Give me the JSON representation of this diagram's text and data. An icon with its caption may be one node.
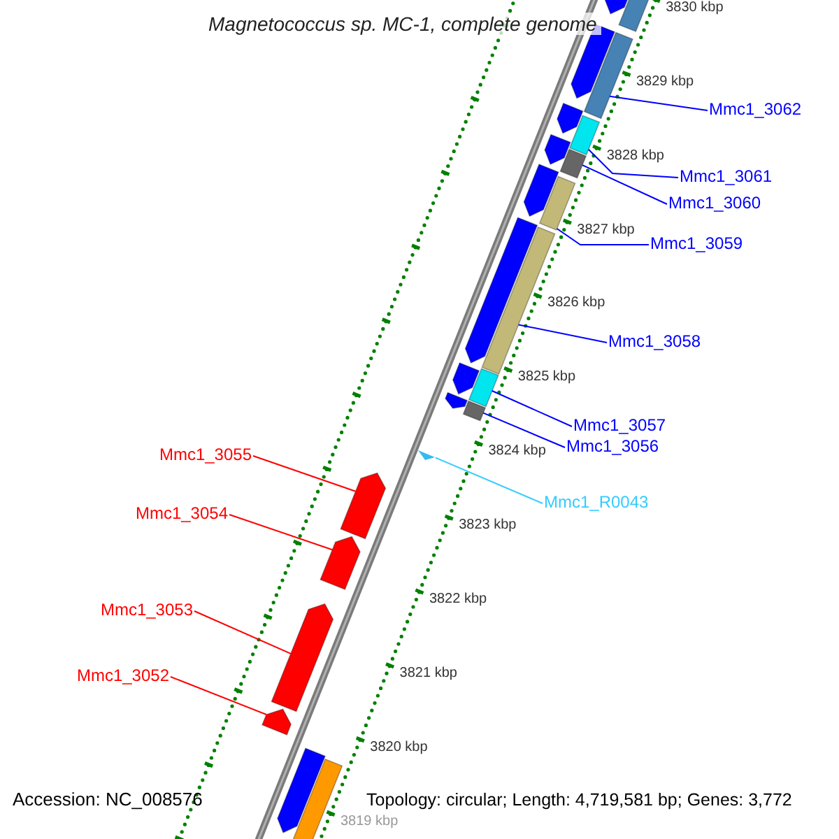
{
  "diagram": {
    "title": "Magnetococcus sp. MC-1, complete genome",
    "nodes": [
      {
        "text": [
          "Mmc1_3062"
        ]
      },
      {
        "text": [],
        "shape": "bar"
      },
      {
        "text": [
          "Mmc1_3061"
        ]
      },
      {
        "text": [],
        "shape": "bar"
      },
      {
        "text": [
          "Mmc1_3060"
        ]
      },
      {
        "text": [],
        "shape": "bar"
      },
      {
        "text": [
          "Mmc1_3059"
        ]
      },
      {
        "text": [],
        "shape": "bar"
      },
      {
        "text": [
          "Mmc1_3058"
        ]
      },
      {
        "text": [],
        "shape": "bar"
      },
      {
        "text": [
          "Mmc1_3057"
        ]
      },
      {
        "text": [],
        "shape": "bar"
      },
      {
        "text": [
          "Mmc1_3056"
        ]
      },
      {
        "text": [],
        "shape": "bar"
      },
      {
        "text": [
          "Mmc1_R0043"
        ]
      },
      {
        "text": [],
        "shape": "triangle"
      },
      {
        "text": [
          "Mmc1_3055"
        ]
      },
      {
        "text": [],
        "shape": "bar"
      },
      {
        "text": [
          "Mmc1_3054"
        ]
      },
      {
        "text": [],
        "shape": "bar"
      },
      {
        "text": [
          "Mmc1_3053"
        ]
      },
      {
        "text": [],
        "shape": "bar"
      },
      {
        "text": [
          "Mmc1_3052"
        ]
      },
      {
        "text": [],
        "shape": "bar"
      },
      {
        "text": [],
        "shape": "bar"
      },
      {
        "text": [],
        "shape": "bar"
      },
      {
        "text": [],
        "shape": "bar"
      },
      {
        "text": [],
        "shape": "bar"
      },
      {
        "text": [],
        "shape": "bar"
      },
      {
        "text": [],
        "shape": "bar"
      },
      {
        "text": [],
        "shape": "bar"
      },
      {
        "text": [],
        "shape": "bar"
      },
      {
        "text": [],
        "shape": "bar"
      },
      {
        "text": [],
        "shape": "bar"
      },
      {
        "text": [],
        "shape": "bar"
      }
    ],
    "edges": [
      {
        "from": 0,
        "to": 1,
        "arrow": "none"
      },
      {
        "from": 2,
        "to": 3,
        "arrow": "none"
      },
      {
        "from": 4,
        "to": 5,
        "arrow": "none"
      },
      {
        "from": 6,
        "to": 7,
        "arrow": "none"
      },
      {
        "from": 8,
        "to": 9,
        "arrow": "none"
      },
      {
        "from": 10,
        "to": 11,
        "arrow": "none"
      },
      {
        "from": 12,
        "to": 13,
        "arrow": "none"
      },
      {
        "from": 14,
        "to": 15,
        "arrow": "none",
        "color": "#33ccff"
      },
      {
        "from": 16,
        "to": 17,
        "arrow": "none",
        "color": "#ff0000"
      },
      {
        "from": 18,
        "to": 19,
        "arrow": "none",
        "color": "#ff0000"
      },
      {
        "from": 20,
        "to": 21,
        "arrow": "none",
        "color": "#ff0000"
      },
      {
        "from": 22,
        "to": 23,
        "arrow": "none",
        "color": "#ff0000"
      }
    ],
    "labels": [
      "3830 kbp",
      "3829 kbp",
      "3828 kbp",
      "3827 kbp",
      "3826 kbp",
      "3825 kbp",
      "3824 kbp",
      "3823 kbp",
      "3822 kbp",
      "3821 kbp",
      "3820 kbp",
      "3819 kbp",
      "Accession: NC_008576",
      "Topology: circular; Length: 4,719,581 bp; Genes: 3,772"
    ]
  }
}
